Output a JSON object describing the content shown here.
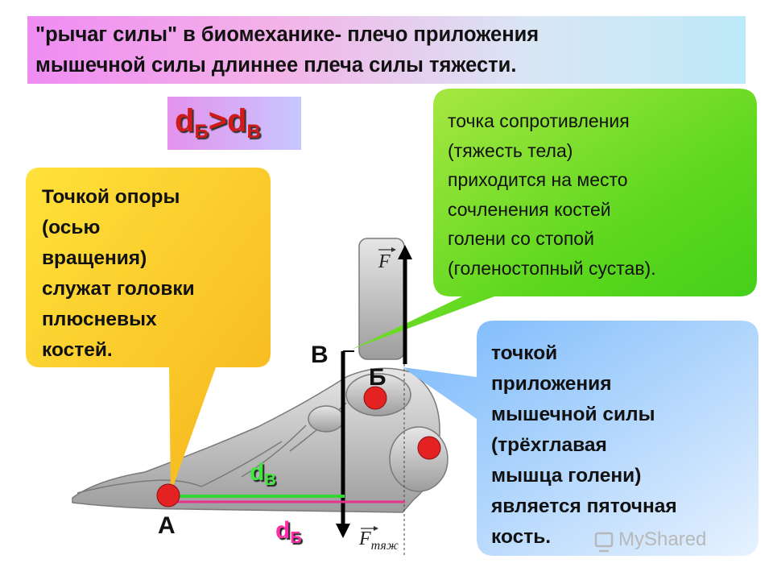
{
  "title": {
    "line1": "\"рычаг силы\" в биомеханике- плечо приложения",
    "line2": "мышечной силы длиннее плеча силы тяжести."
  },
  "formula": {
    "d1": "d",
    "sub1": "Б",
    "op": ">",
    "d2": "d",
    "sub2": "В"
  },
  "left_bubble": {
    "lines": [
      "Точкой опоры",
      "(осью",
      "вращения)",
      "служат головки",
      "плюсневых",
      "костей."
    ]
  },
  "green_bubble": {
    "lines": [
      "точка сопротивления",
      "(тяжесть тела)",
      "приходится на место",
      "сочленения костей",
      "голени со стопой",
      "(голеностопный сустав)."
    ]
  },
  "blue_bubble": {
    "lines": [
      "точкой",
      "приложения",
      "мышечной силы",
      "(трёхглавая",
      "мышца голени)",
      "является пяточная",
      "кость."
    ]
  },
  "labels": {
    "v": "В",
    "b": "Б",
    "a": "А",
    "dv_d": "d",
    "dv_sub": "В",
    "db_d": "d",
    "db_sub": "Б",
    "f": "F",
    "ft": "F",
    "ft_sub": "тяж"
  },
  "watermark": "MyShared",
  "colors": {
    "left_bubble": "#fdd22b",
    "green_bubble": "#52dd1a",
    "blue_bubble": "#a7cdfd",
    "point": "#e52222",
    "dv_line": "#33d833",
    "db_line": "#e6338c",
    "formula": "#d11a1a"
  }
}
